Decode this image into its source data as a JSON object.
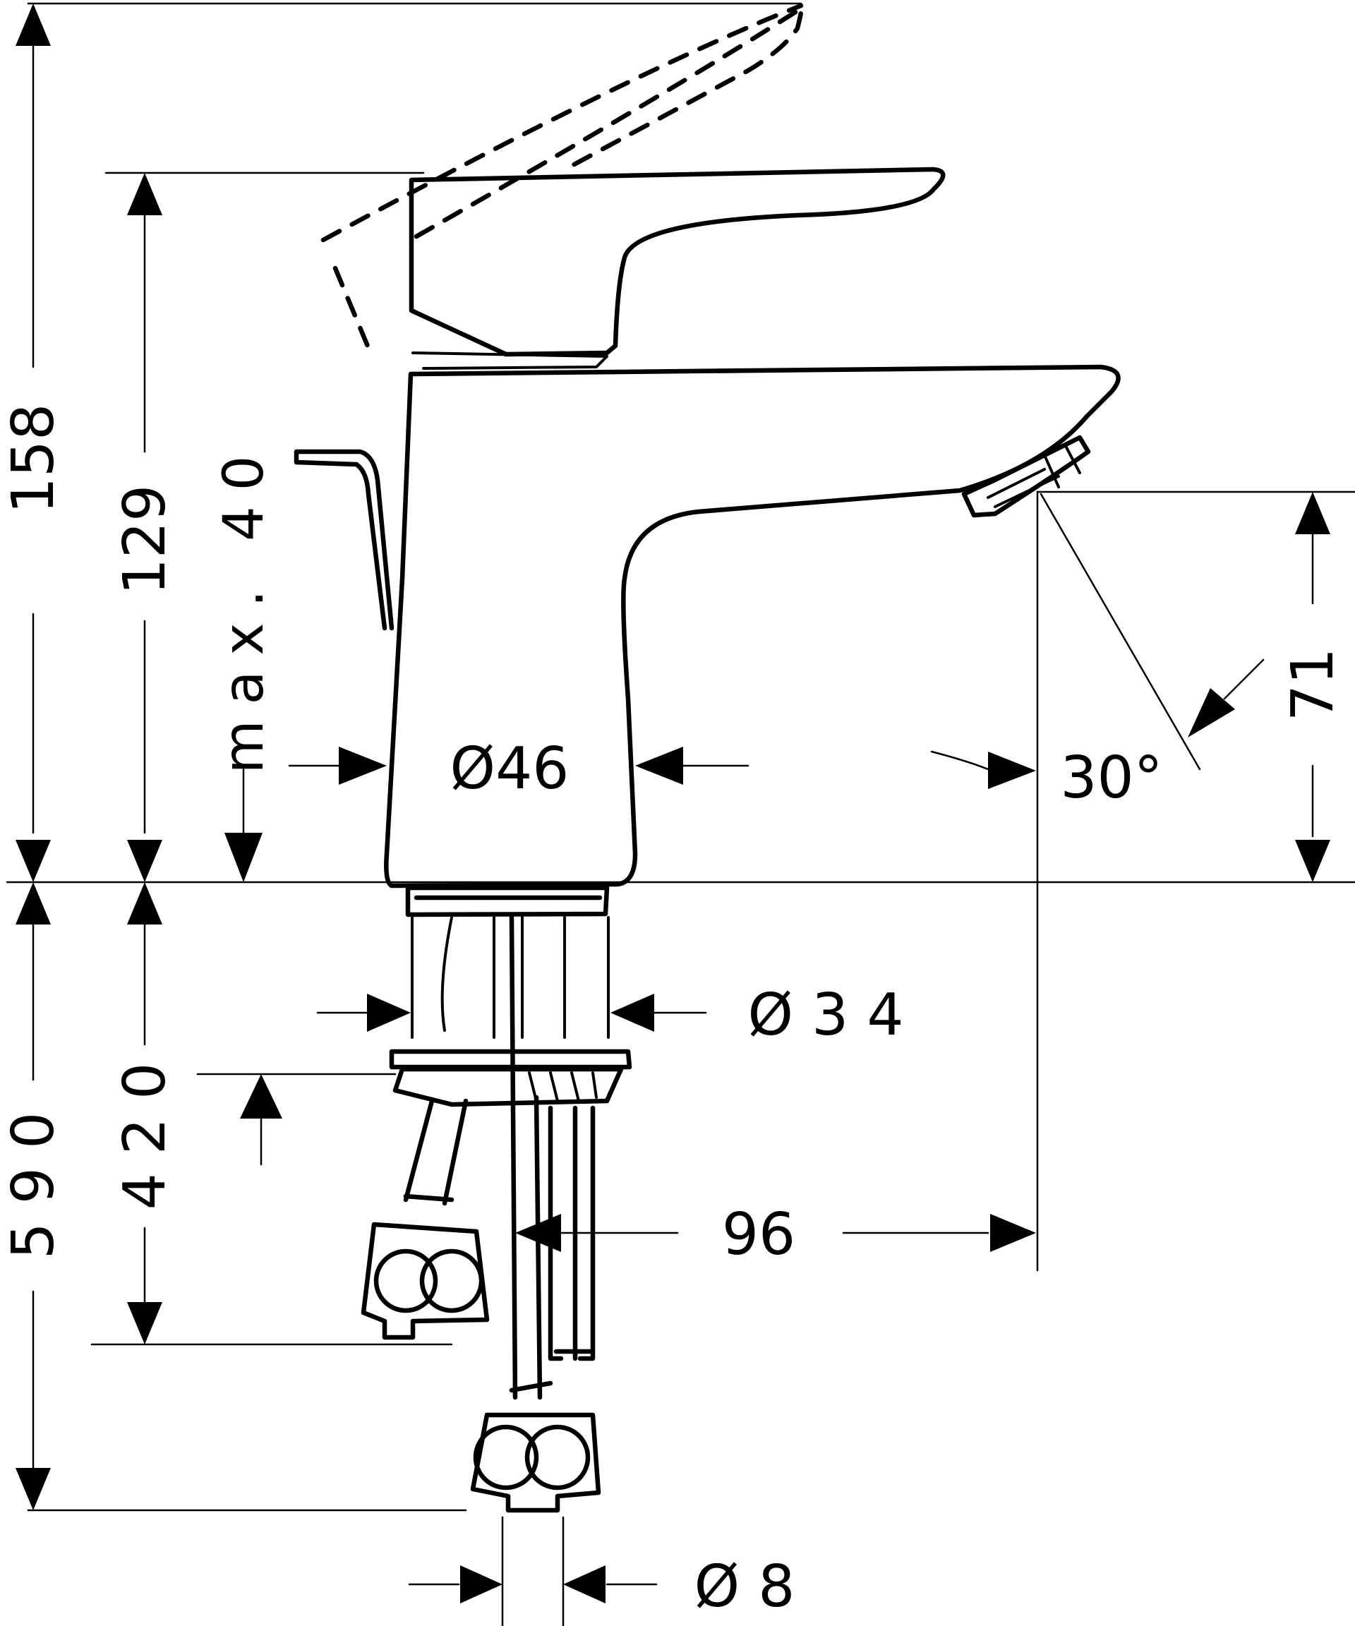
{
  "dimensions": {
    "total_height": "158",
    "handle_height": "129",
    "max_thickness": "max. 40",
    "body_diameter": "Ø46",
    "spout_angle": "30°",
    "spout_height": "71",
    "shank_diameter": "Ø 3 4",
    "below_counter_total": "5 9 0",
    "below_counter_hose": "4 2 0",
    "spout_reach": "96",
    "hose_diameter": "Ø 8"
  },
  "colors": {
    "line": "#000000",
    "background": "#ffffff"
  }
}
